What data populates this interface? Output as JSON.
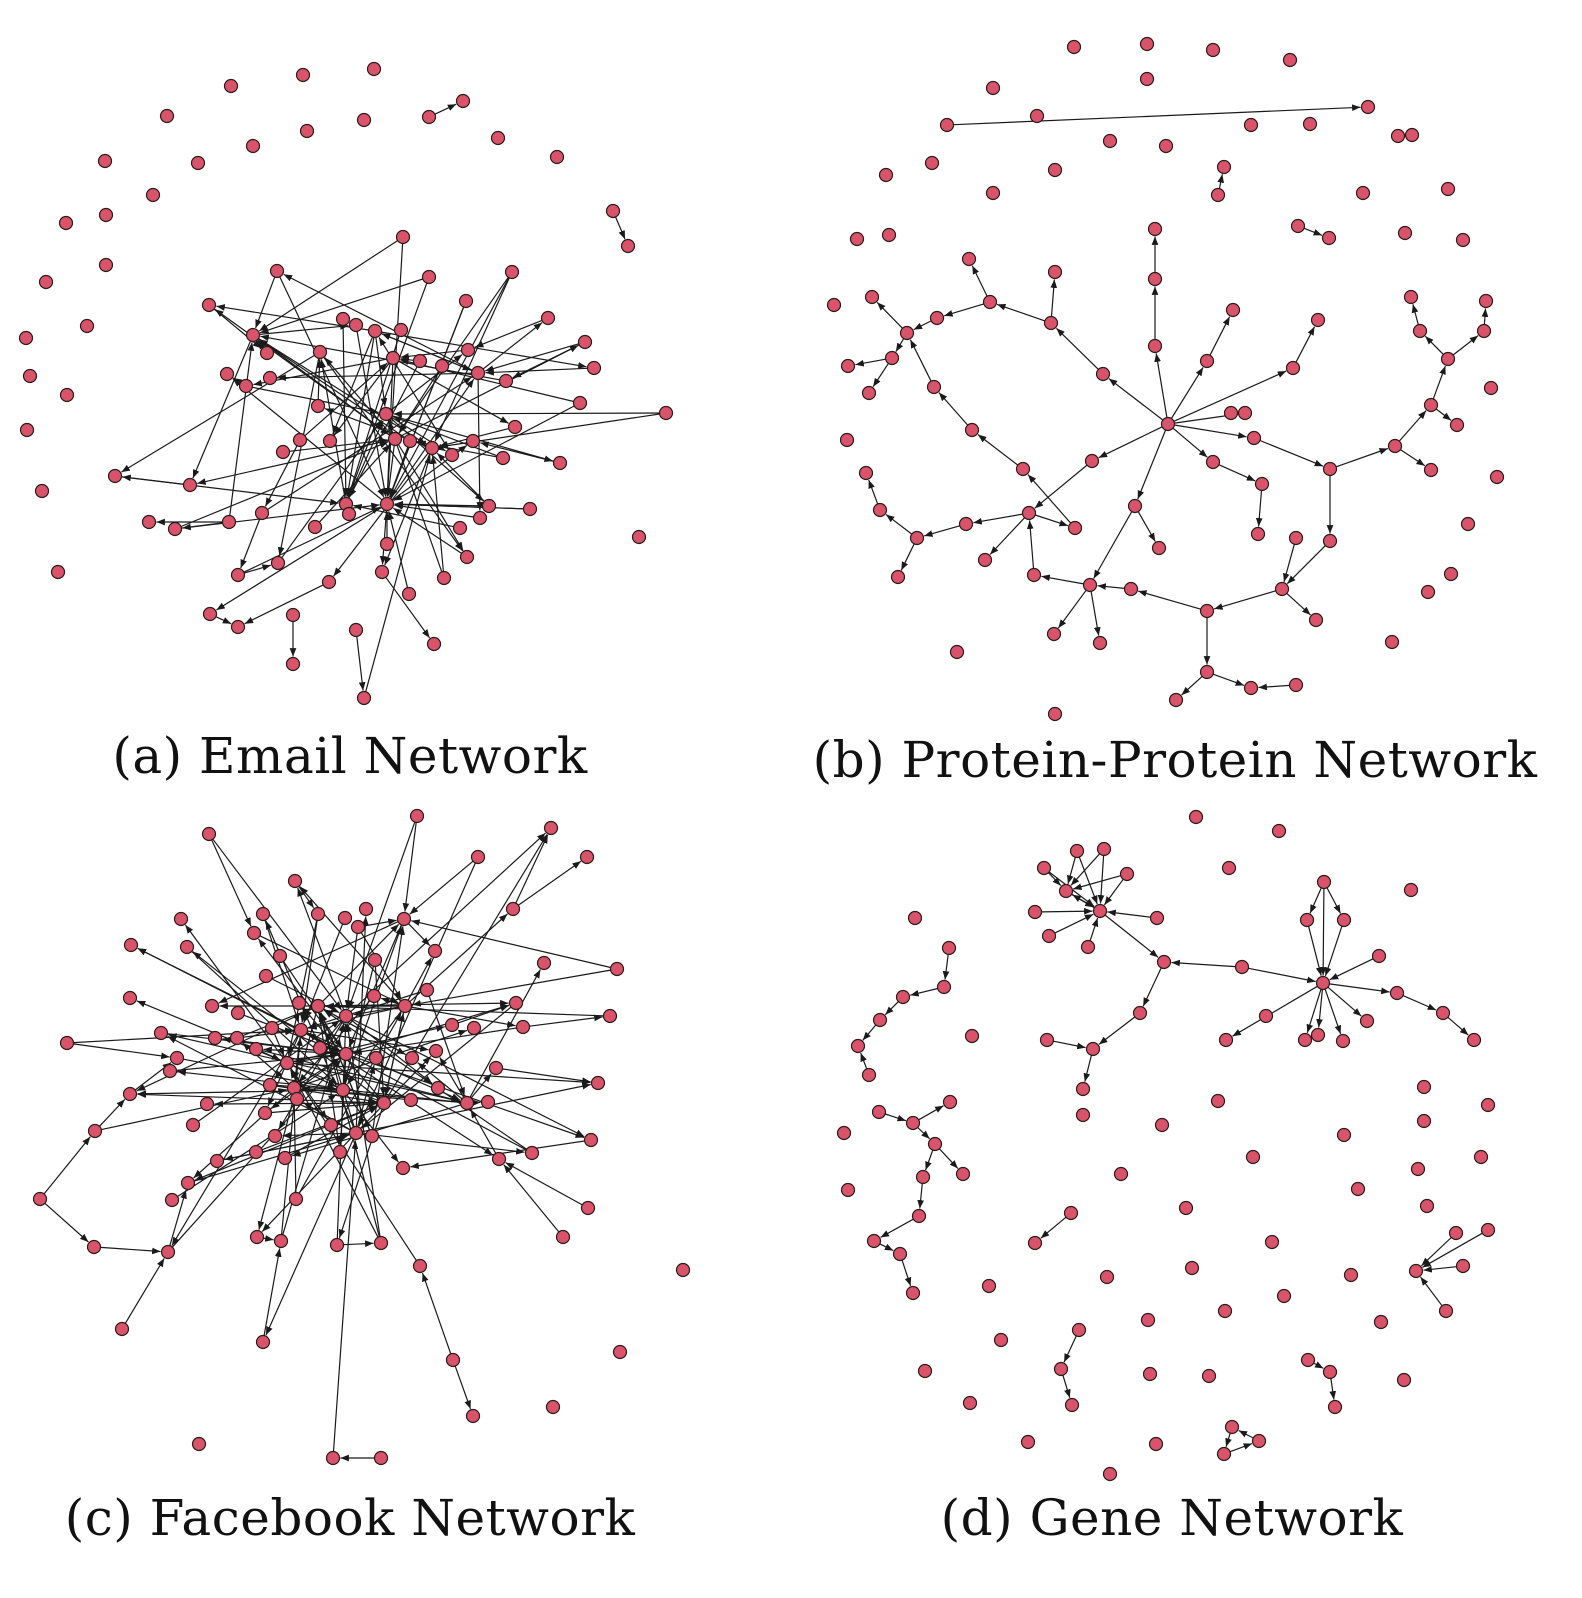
{
  "colors": {
    "node_fill": "#d9546a",
    "node_stroke": "#2a1a1a",
    "edge": "#1a1a1a",
    "caption": "#111111"
  },
  "panels": [
    {
      "id": "a",
      "caption": "(a) Email Network"
    },
    {
      "id": "b",
      "caption": "(b) Protein-Protein Network"
    },
    {
      "id": "c",
      "caption": "(c) Facebook Network"
    },
    {
      "id": "d",
      "caption": "(d) Gene Network"
    }
  ]
}
